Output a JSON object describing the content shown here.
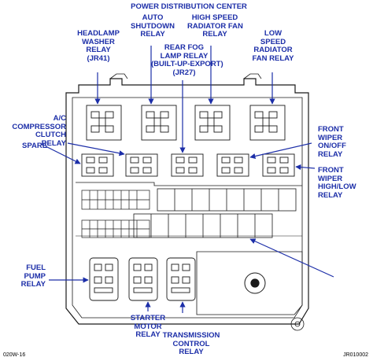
{
  "title": "POWER DISTRIBUTION CENTER",
  "labels": {
    "headlamp_washer_relay": "HEADLAMP\nWASHER\nRELAY\n(JR41)",
    "auto_shutdown_relay": "AUTO\nSHUTDOWN\nRELAY",
    "high_speed_radiator_fan_relay": "HIGH SPEED\nRADIATOR FAN\nRELAY",
    "low_speed_radiator_fan_relay": "LOW\nSPEED\nRADIATOR\nFAN RELAY",
    "rear_fog_lamp_relay": "REAR FOG\nLAMP RELAY\n(BUILT-UP-EXPORT)\n(JR27)",
    "ac_compressor_clutch_relay": "A/C\nCOMPRESSOR\nCLUTCH\nRELAY",
    "spare": "SPARE",
    "front_wiper_onoff_relay": "FRONT\nWIPER\nON/OFF\nRELAY",
    "front_wiper_highlow_relay": "FRONT\nWIPER\nHIGH/LOW\nRELAY",
    "fuel_pump_relay": "FUEL\nPUMP\nRELAY",
    "starter_motor_relay": "STARTER\nMOTOR\nRELAY",
    "transmission_control_relay": "TRANSMISSION\nCONTROL\nRELAY"
  },
  "footer": {
    "left_code": "020W-16",
    "right_code": "JR010002"
  },
  "colors": {
    "label": "#1c2ea8",
    "line": "#1a1a1a",
    "arrow": "#1c2ea8"
  }
}
